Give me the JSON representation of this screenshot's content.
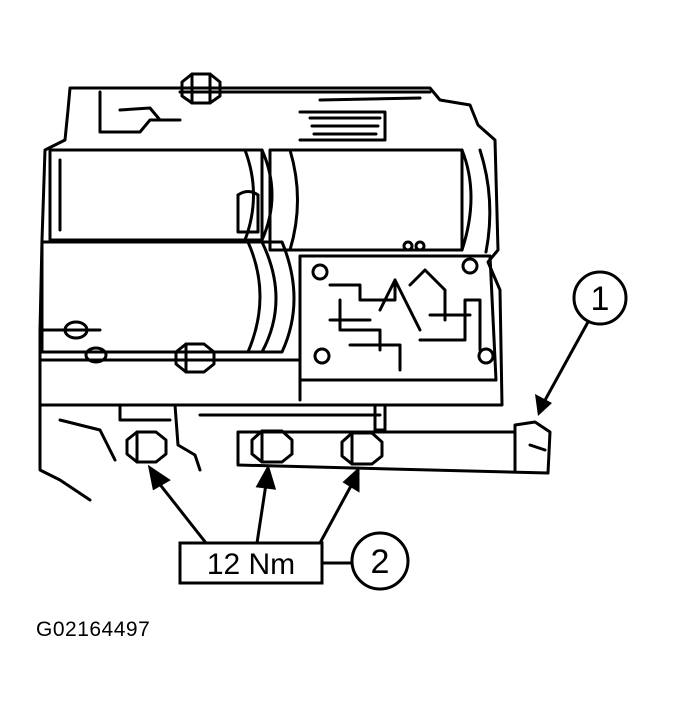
{
  "callouts": {
    "one": "1",
    "two": "2"
  },
  "torque_spec": "12 Nm",
  "figure_id": "G02164497",
  "colors": {
    "ink": "#000000",
    "paper": "#ffffff"
  }
}
